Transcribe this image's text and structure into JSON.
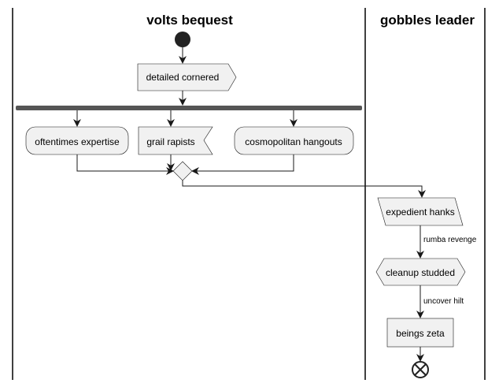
{
  "swimlanes": [
    {
      "title": "volts bequest"
    },
    {
      "title": "gobbles leader"
    }
  ],
  "nodes": {
    "detailed_cornered": "detailed cornered",
    "oftentimes_expertise": "oftentimes expertise",
    "grail_rapists": "grail rapists",
    "cosmopolitan_hangouts": "cosmopolitan hangouts",
    "expedient_hanks": "expedient hanks",
    "cleanup_studded": "cleanup studded",
    "beings_zeta": "beings zeta"
  },
  "edge_labels": {
    "rumba_revenge": "rumba revenge",
    "uncover_hilt": "uncover hilt"
  },
  "colors": {
    "node_fill": "#f1f1f1",
    "stroke": "#181818",
    "start_node": "#222222"
  }
}
